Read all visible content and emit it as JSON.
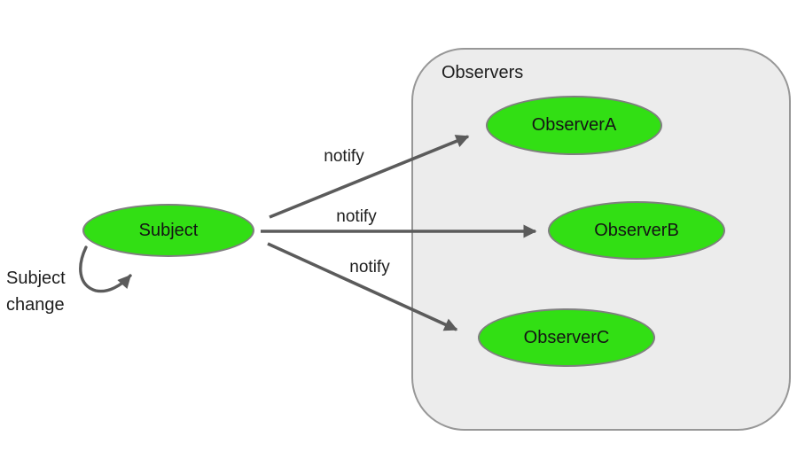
{
  "diagram": {
    "group": {
      "label": "Observers"
    },
    "nodes": {
      "subject": {
        "label": "Subject"
      },
      "observer_a": {
        "label": "ObserverA"
      },
      "observer_b": {
        "label": "ObserverB"
      },
      "observer_c": {
        "label": "ObserverC"
      }
    },
    "edges": {
      "notify_a": {
        "label": "notify"
      },
      "notify_b": {
        "label": "notify"
      },
      "notify_c": {
        "label": "notify"
      },
      "self_loop": {
        "label": "Subject change"
      }
    },
    "colors": {
      "node_fill": "#32df14",
      "node_border": "#7f7f7f",
      "group_fill": "#ececec",
      "group_border": "#979797",
      "arrow": "#5b5b5b",
      "text": "#1d1d1d"
    }
  }
}
